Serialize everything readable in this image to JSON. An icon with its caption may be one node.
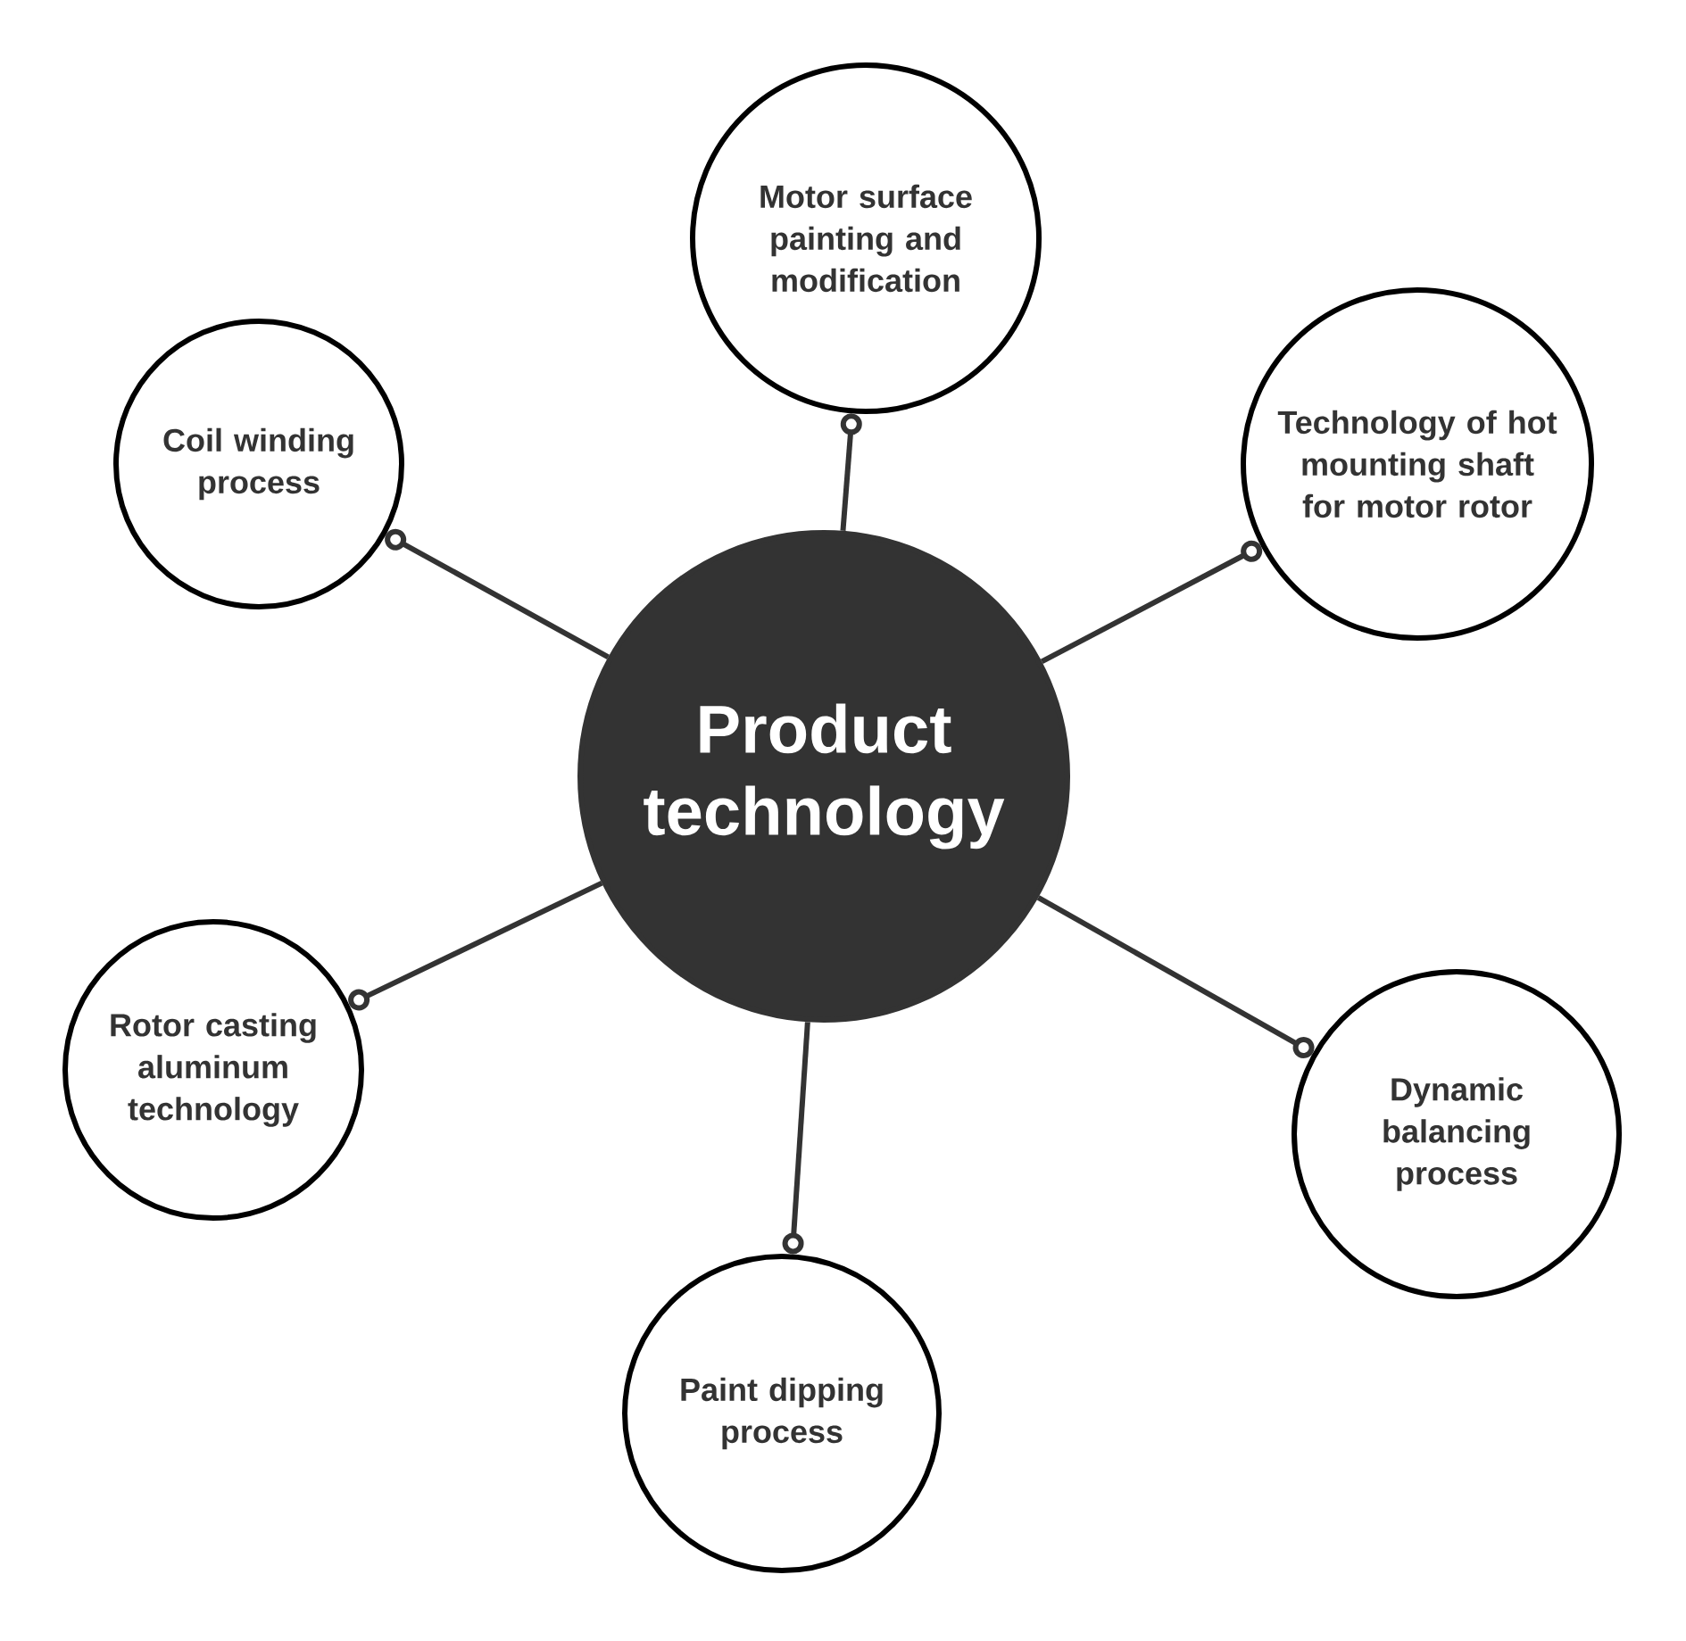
{
  "diagram": {
    "nodes": [
      {
        "text": [
          "Product technology"
        ]
      },
      {
        "text": [
          "Motor surface painting and modification"
        ]
      },
      {
        "text": [
          "Coil winding process"
        ]
      },
      {
        "text": [
          "Technology of hot mounting shaft for motor rotor"
        ]
      },
      {
        "text": [
          "Rotor casting aluminum technology"
        ]
      },
      {
        "text": [
          "Dynamic balancing process"
        ]
      },
      {
        "text": [
          "Paint dipping process"
        ]
      }
    ],
    "edges": [
      {
        "from": 0,
        "to": 1,
        "arrow": "other"
      },
      {
        "from": 0,
        "to": 2,
        "arrow": "other"
      },
      {
        "from": 0,
        "to": 3,
        "arrow": "other"
      },
      {
        "from": 0,
        "to": 4,
        "arrow": "other"
      },
      {
        "from": 0,
        "to": 5,
        "arrow": "other"
      },
      {
        "from": 0,
        "to": 6,
        "arrow": "other"
      }
    ]
  }
}
